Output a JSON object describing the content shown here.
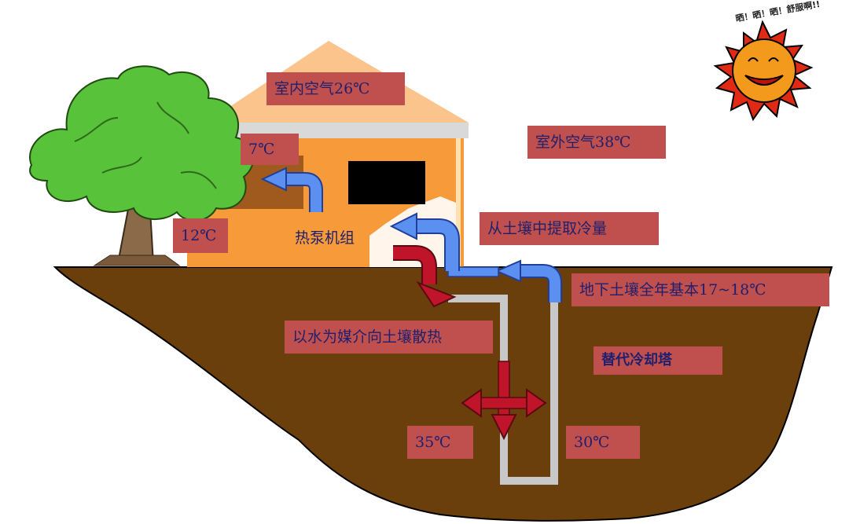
{
  "labels": {
    "indoor_air": "室内空气26℃",
    "outdoor_air": "室外空气38℃",
    "supply_temp": "7℃",
    "return_temp": "12℃",
    "heat_pump": "热泵机组",
    "extract_cooling": "从土壤中提取冷量",
    "soil_temp": "地下土壤全年基本17~18℃",
    "water_heat_dissipation": "以水为媒介向土壤散热",
    "replace_tower": "替代冷却塔",
    "pipe_in_temp": "35℃",
    "pipe_out_temp": "30℃"
  },
  "sun": {
    "text": "晒！晒！晒！舒服啊!!"
  },
  "colors": {
    "label_bg": "#c0504d",
    "label_text": "#1f1f6e",
    "ground": "#6b3f0c",
    "house_wall": "#f79a3a",
    "roof": "#fbc48c",
    "warm_arrow": "#c0142a",
    "cool_arrow": "#5b8ff0",
    "pipe": "#c8c8c8",
    "tree_leaf": "#58c23a",
    "tree_trunk": "#7a5a3a"
  },
  "icons": [
    "tree-icon",
    "sun-icon",
    "house-icon",
    "window-icon"
  ]
}
